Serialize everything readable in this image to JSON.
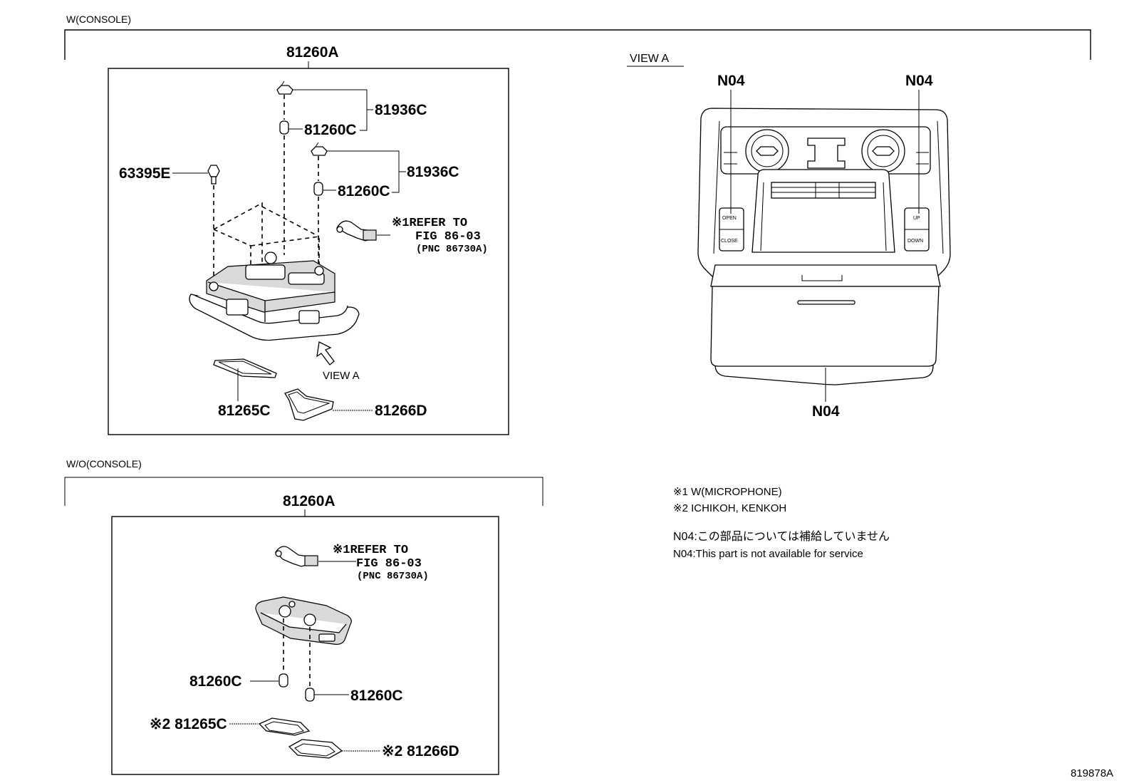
{
  "sections": {
    "with_console": "W(CONSOLE)",
    "without_console": "W/O(CONSOLE)"
  },
  "view_a": {
    "title": "VIEW A",
    "arrow_label": "VIEW A",
    "callouts": [
      "N04",
      "N04",
      "N04"
    ],
    "switch_left_top": "OPEN",
    "switch_left_bottom": "CLOSE",
    "switch_right_top": "UP",
    "switch_right_bottom": "DOWN"
  },
  "upper": {
    "assembly": "81260A",
    "parts": {
      "clip_1": "81936C",
      "bulb_1": "81260C",
      "clip_2": "81936C",
      "bulb_2": "81260C",
      "screw": "63395E",
      "lens": "81265C",
      "lens_2": "81266D"
    },
    "refer": {
      "line1": "※1REFER TO",
      "line2": "FIG 86-03",
      "line3": "(PNC 86730A)"
    }
  },
  "lower": {
    "assembly": "81260A",
    "parts": {
      "bulb_left": "81260C",
      "bulb_right": "81260C",
      "lens": "※2 81265C",
      "lens_2": "※2 81266D"
    },
    "refer": {
      "line1": "※1REFER TO",
      "line2": "FIG 86-03",
      "line3": "(PNC 86730A)"
    }
  },
  "notes": {
    "note1": "※1 W(MICROPHONE)",
    "note2": "※2 ICHIKOH, KENKOH",
    "jp": "N04:この部品については補給していません",
    "en": "N04:This part is not available for service"
  },
  "figure_id": "819878A"
}
